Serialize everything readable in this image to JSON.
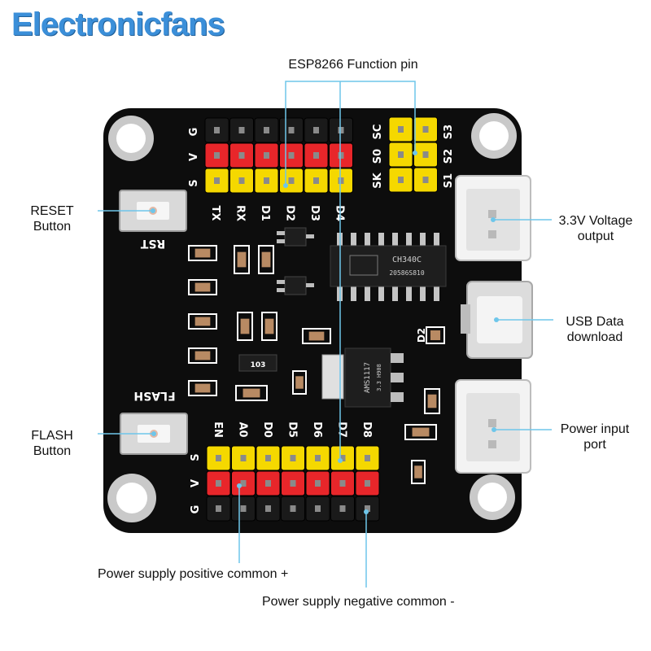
{
  "brand": {
    "name": "Electronicfans",
    "color": "#3b8fd9"
  },
  "callouts": {
    "function_pin": "ESP8266 Function pin",
    "reset_line1": "RESET",
    "reset_line2": "Button",
    "flash_line1": "FLASH",
    "flash_line2": "Button",
    "voltage_line1": "3.3V Voltage",
    "voltage_line2": "output",
    "usb_line1": "USB Data",
    "usb_line2": "download",
    "power_line1": "Power input",
    "power_line2": "port",
    "positive": "Power supply positive common  +",
    "negative": "Power supply negative common  -"
  },
  "board": {
    "color": "#0d0d0d",
    "top_header": {
      "row_labels": [
        "G",
        "V",
        "S"
      ],
      "pin_labels": [
        "TX",
        "RX",
        "D1",
        "D2",
        "D3",
        "D4"
      ]
    },
    "spi_header": {
      "left_labels": [
        "SC",
        "S0",
        "SK"
      ],
      "right_labels": [
        "S3",
        "S2",
        "S1"
      ]
    },
    "bottom_header": {
      "row_labels": [
        "S",
        "V",
        "G"
      ],
      "pin_labels": [
        "EN",
        "A0",
        "D0",
        "D5",
        "D6",
        "D7",
        "D8"
      ]
    },
    "silkscreen": {
      "rst": "RST",
      "flash": "FLASH",
      "d2": "D2",
      "resistor_code": "103"
    },
    "chips": {
      "usb_chip_line1": "CH340C",
      "usb_chip_line2": "20586S810",
      "regulator_line1": "AMS1117",
      "regulator_line2": "3.3 H908"
    },
    "colors": {
      "ground_row": "#1a1a1a",
      "vcc_row": "#e8262a",
      "signal_row": "#f5d800",
      "spi_pins": "#f5d800",
      "leader_lines": "#6ec6ea"
    }
  }
}
